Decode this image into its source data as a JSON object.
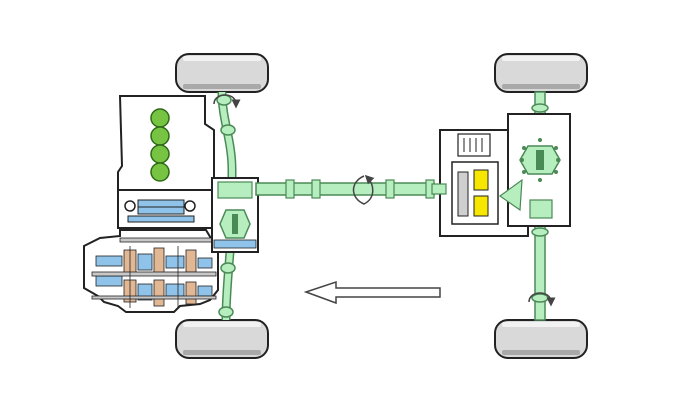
{
  "diagram": {
    "description_visible_text": "",
    "colors": {
      "shaft": "#b7eec0",
      "shaft_stroke": "#4a8a55",
      "tire": "#d9d9d9",
      "tire_stroke": "#222222",
      "body": "#ffffff",
      "body_stroke": "#222222",
      "gear_blue": "#8fc3ea",
      "gear_tan": "#e2b894",
      "cylinder": "#76c442",
      "coupling_yellow": "#f7e600",
      "arrow_fill": "#ffffff",
      "arrow_stroke": "#444444"
    },
    "icons": {
      "rotation": "rotation-arrow-icon",
      "direction": "left-arrow-icon"
    },
    "components": [
      "front-left-wheel",
      "front-right-wheel",
      "rear-left-wheel",
      "rear-right-wheel",
      "engine",
      "transmission",
      "front-differential",
      "transfer-case",
      "propeller-shaft",
      "rear-coupling",
      "rear-differential"
    ]
  }
}
